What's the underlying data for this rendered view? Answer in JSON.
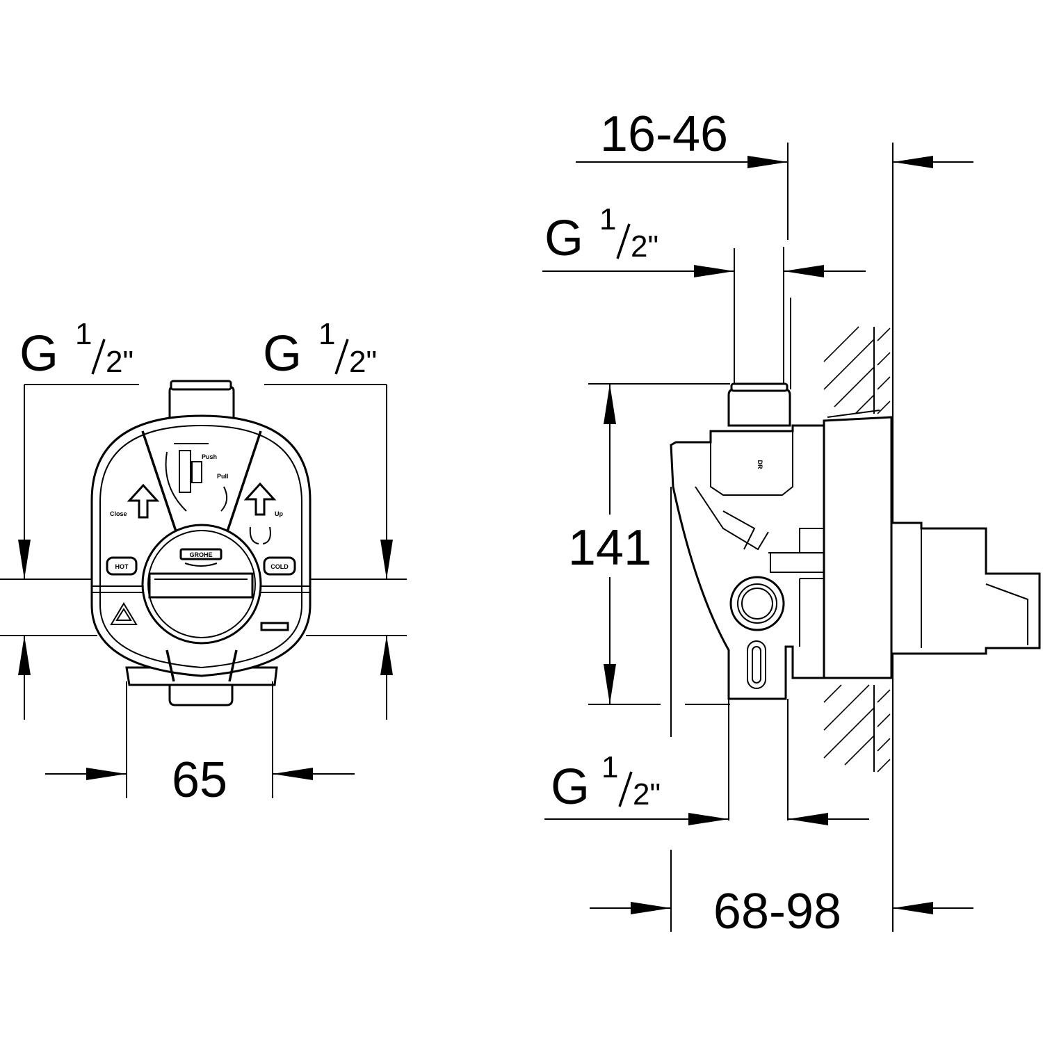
{
  "front_view": {
    "thread_left": {
      "g": "G",
      "num": "1",
      "den": "2\""
    },
    "thread_right": {
      "g": "G",
      "num": "1",
      "den": "2\""
    },
    "width": "65",
    "labels": {
      "hot": "HOT",
      "cold": "COLD",
      "brand": "GROHE",
      "push": "Push",
      "pull": "Pull",
      "up_left": "Close",
      "up_right": "Up"
    }
  },
  "side_view": {
    "depth_range_top": "16-46",
    "depth_range_bottom": "68-98",
    "height": "141",
    "thread_top": {
      "g": "G",
      "num": "1",
      "den": "2\""
    },
    "thread_bottom": {
      "g": "G",
      "num": "1",
      "den": "2\""
    },
    "body_mark": "DR"
  }
}
